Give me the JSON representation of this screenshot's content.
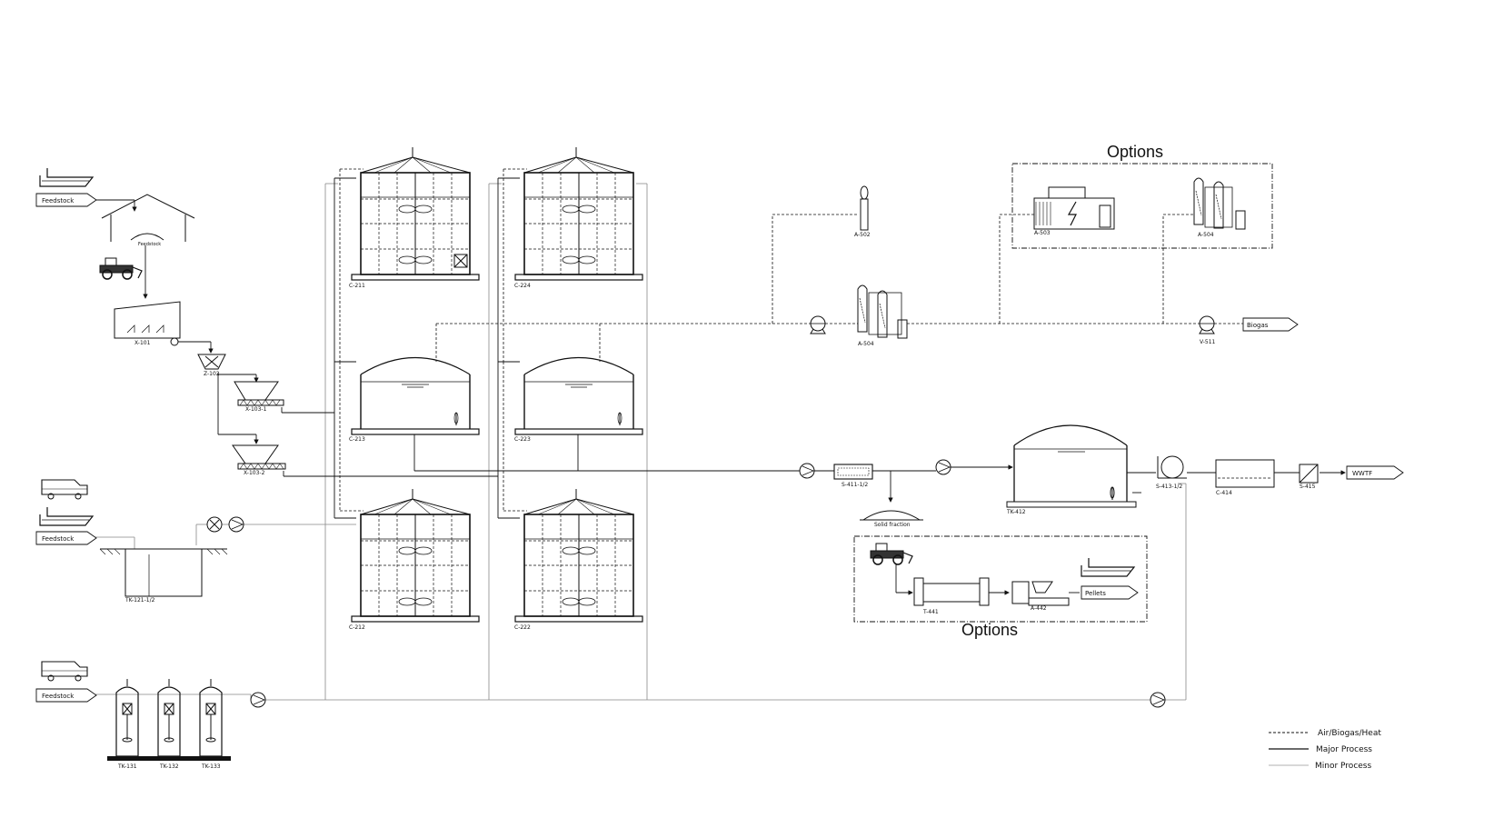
{
  "diagram": {
    "options_top": "Options",
    "options_bottom": "Options",
    "tags": {
      "feedstock_1": "Feedstock",
      "feedstock_2": "Feedstock",
      "feedstock_3": "Feedstock",
      "biogas": "Biogas",
      "wwtf": "WWTF",
      "pellets": "Pellets"
    },
    "labels": {
      "feedstock_hall": "Feedstock",
      "x101": "X-101",
      "z102": "Z-102",
      "x103_1": "X-103-1",
      "x103_2": "X-103-2",
      "tk121": "TK-121-1/2",
      "tk131": "TK-131",
      "tk132": "TK-132",
      "tk133": "TK-133",
      "c211": "C-211",
      "c224": "C-224",
      "c213": "C-213",
      "c223": "C-223",
      "c212": "C-212",
      "c222": "C-222",
      "a502": "A-502",
      "a503": "A-503",
      "a504_top": "A-504",
      "a504": "A-504",
      "v511": "V-511",
      "s411": "S-411-1/2",
      "solid_fraction": "Solid fraction",
      "tk412": "TK-412",
      "s413": "S-413-1/2",
      "c414": "C-414",
      "s415": "S-415",
      "t441": "T-441",
      "a442": "A-442"
    },
    "legend": [
      {
        "label": "Air/Biogas/Heat",
        "style": "dashed"
      },
      {
        "label": "Major Process",
        "style": "solid"
      },
      {
        "label": "Minor Process",
        "style": "thin"
      }
    ]
  }
}
